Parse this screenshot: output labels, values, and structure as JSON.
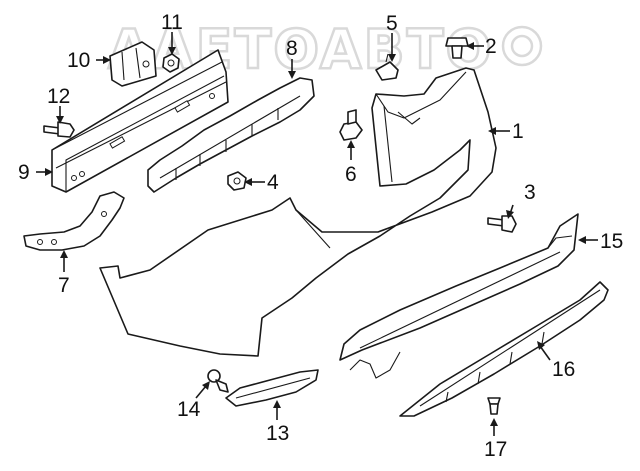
{
  "watermark": "AAETOABTO",
  "callouts": [
    {
      "id": "c1",
      "label": "1"
    },
    {
      "id": "c2",
      "label": "2"
    },
    {
      "id": "c3",
      "label": "3"
    },
    {
      "id": "c4",
      "label": "4"
    },
    {
      "id": "c5",
      "label": "5"
    },
    {
      "id": "c6",
      "label": "6"
    },
    {
      "id": "c7",
      "label": "7"
    },
    {
      "id": "c8",
      "label": "8"
    },
    {
      "id": "c9",
      "label": "9"
    },
    {
      "id": "c10",
      "label": "10"
    },
    {
      "id": "c11",
      "label": "11"
    },
    {
      "id": "c12",
      "label": "12"
    },
    {
      "id": "c13",
      "label": "13"
    },
    {
      "id": "c14",
      "label": "14"
    },
    {
      "id": "c15",
      "label": "15"
    },
    {
      "id": "c16",
      "label": "16"
    },
    {
      "id": "c17",
      "label": "17"
    }
  ]
}
